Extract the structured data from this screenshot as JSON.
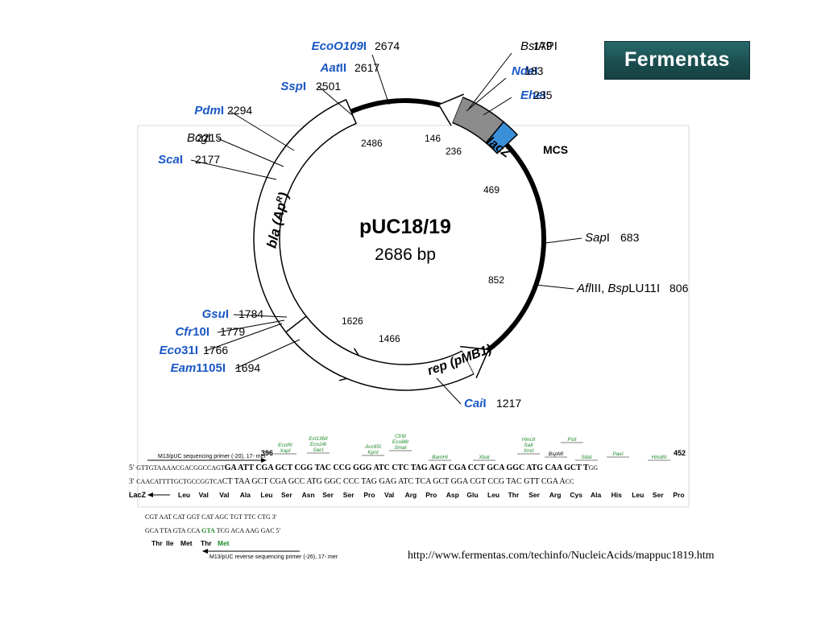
{
  "logo": {
    "text": "Fermentas"
  },
  "url": "http://www.fermentas.com/techinfo/NucleicAcids/mappuc1819.htm",
  "plasmid": {
    "name": "pUC18/19",
    "size": "2686 bp"
  },
  "features": {
    "bla": "bla (Ap",
    "bla_sup": "R",
    "bla_close": ")",
    "lacz": "lacZ",
    "mcs": "MCS",
    "rep": "rep (pMB1)"
  },
  "inner_positions": [
    "2486",
    "146",
    "236",
    "469",
    "852",
    "1626",
    "1466"
  ],
  "sites": [
    {
      "name": "Eco",
      "italic_extra": "O109",
      "roman": "I",
      "pos": "2674",
      "color": "#1a57c4"
    },
    {
      "name": "Aat",
      "italic_extra": "",
      "roman": "II",
      "pos": "2617",
      "color": "#1a57c4"
    },
    {
      "name": "Ssp",
      "italic_extra": "",
      "roman": "I",
      "pos": "2501",
      "color": "#1a57c4"
    },
    {
      "name": "Pdm",
      "italic_extra": "",
      "roman": "I",
      "pos": "2294",
      "color": "#1a57c4"
    },
    {
      "name": "Bcg",
      "italic_extra": "",
      "roman": "I",
      "pos": "2215",
      "color": "#000000"
    },
    {
      "name": "Sca",
      "italic_extra": "",
      "roman": "I",
      "pos": "2177",
      "color": "#1a57c4"
    },
    {
      "name": "Gsu",
      "italic_extra": "",
      "roman": "I",
      "pos": "1784",
      "color": "#1a57c4"
    },
    {
      "name": "Cfr",
      "italic_extra": "",
      "roman": "10I",
      "pos": "1779",
      "color": "#1a57c4"
    },
    {
      "name": "Eco",
      "italic_extra": "",
      "roman": "31I",
      "pos": "1766",
      "color": "#1a57c4"
    },
    {
      "name": "Eam",
      "italic_extra": "",
      "roman": "1105I",
      "pos": "1694",
      "color": "#1a57c4"
    },
    {
      "name": "Bst",
      "italic_extra": "",
      "roman": "API",
      "pos": "179",
      "color": "#000000"
    },
    {
      "name": "Nde",
      "italic_extra": "",
      "roman": "I",
      "pos": "183",
      "color": "#1a57c4"
    },
    {
      "name": "Ehe",
      "italic_extra": "",
      "roman": "I",
      "pos": "235",
      "color": "#1a57c4"
    },
    {
      "name": "Sap",
      "italic_extra": "",
      "roman": "I",
      "pos": "683",
      "color": "#000000"
    },
    {
      "name": "Afl",
      "italic_extra": "",
      "roman": "III, ",
      "pos": "806",
      "color": "#000000",
      "name2": "Bsp",
      "roman2": "LU11I"
    },
    {
      "name": "Cai",
      "italic_extra": "",
      "roman": "I",
      "pos": "1217",
      "color": "#1a57c4"
    }
  ],
  "sequence": {
    "fwd_primer": "M13/pUC sequencing primer (-20), 17- mer",
    "pos_left": "396",
    "pos_right": "452",
    "top_prefix": "5′",
    "top_plain": "GTTGTAAAACGACGGCCAGT",
    "top_bold": "GA ATT CGA GCT CGG TAC CCG GGG ATC CTC TAG AGT CGA CCT GCA GGC ATG CAA GCT T",
    "top_tail": "GG",
    "bot_prefix": "3′",
    "bot_plain": "CAACATTTTGCTGCCGGTCA",
    "bot_rest": "CT TAA GCT CGA GCC ATG GGC CCC TAG GAG ATC TCA GCT GGA CGT CCG TAC GTT CGA A",
    "bot_tail": "CC",
    "aa_label": "LacZ",
    "aa": [
      "Leu",
      "Val",
      "Val",
      "Ala",
      "Leu",
      "Ser",
      "Asn",
      "Ser",
      "Ser",
      "Pro",
      "Val",
      "Arg",
      "Pro",
      "Asp",
      "Glu",
      "Leu",
      "Thr",
      "Ser",
      "Arg",
      "Cys",
      "Ala",
      "His",
      "Leu",
      "Ser",
      "Pro"
    ],
    "enzymes": [
      {
        "lines": [
          "EcoRI",
          "XapI"
        ]
      },
      {
        "lines": [
          "Ecl136II",
          "Eco24I",
          "SacI"
        ]
      },
      {
        "lines": [
          "Acc65I",
          "KpnI"
        ]
      },
      {
        "lines": [
          "Cfr9I",
          "Eco88I",
          "SmaI"
        ]
      },
      {
        "lines": [
          "BamHI"
        ]
      },
      {
        "lines": [
          "XbaI"
        ]
      },
      {
        "lines": [
          "HincII",
          "SalI",
          "XmiI"
        ]
      },
      {
        "lines": [
          "BspMI"
        ]
      },
      {
        "lines": [
          "PstI"
        ]
      },
      {
        "lines": [
          "SdaI"
        ]
      },
      {
        "lines": [
          "PaeI"
        ]
      },
      {
        "lines": [
          "HindIII"
        ]
      }
    ],
    "lower_top": "CGT AAT CAT GGT CAT AGC TGT TTC CTG 3′",
    "lower_bot_a": "GCA TTA GTA CCA",
    "lower_bot_b": "GTA",
    "lower_bot_c": "TCG ACA AAG GAC 5′",
    "lower_aa": [
      "Thr",
      "Ile",
      "Met",
      "Thr",
      "Met"
    ],
    "rev_primer": "M13/pUC reverse sequencing primer (-26), 17- mer"
  },
  "colors": {
    "enzyme_green": "#1f8a2a",
    "site_blue": "#1a57c4",
    "lacz_gray": "#8c8c8c",
    "mcs_blue": "#3a8fd9"
  }
}
